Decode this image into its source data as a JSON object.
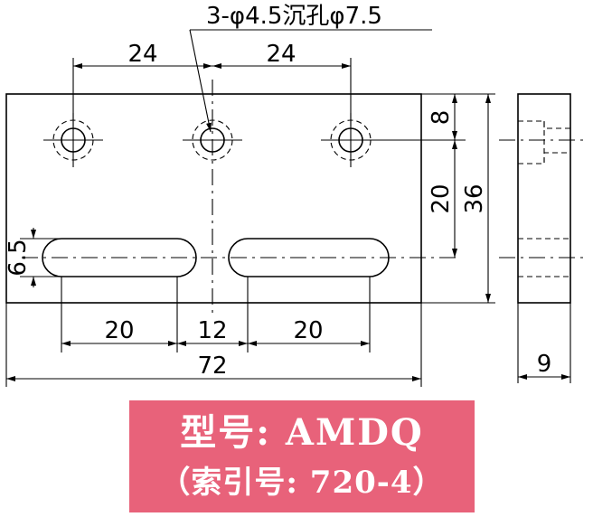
{
  "drawing": {
    "hole_note": "3-φ4.5沉孔φ7.5",
    "dims": {
      "top_left": "24",
      "top_right": "24",
      "slot_height": "6.5",
      "hole_offset": "8",
      "hole_slot_distance": "20",
      "total_height": "36",
      "slot_left": "20",
      "slot_gap": "12",
      "slot_right": "20",
      "total_width": "72",
      "thickness": "9"
    }
  },
  "banner": {
    "model": "型号: AMDQ",
    "index": "（索引号: 720-4）"
  }
}
